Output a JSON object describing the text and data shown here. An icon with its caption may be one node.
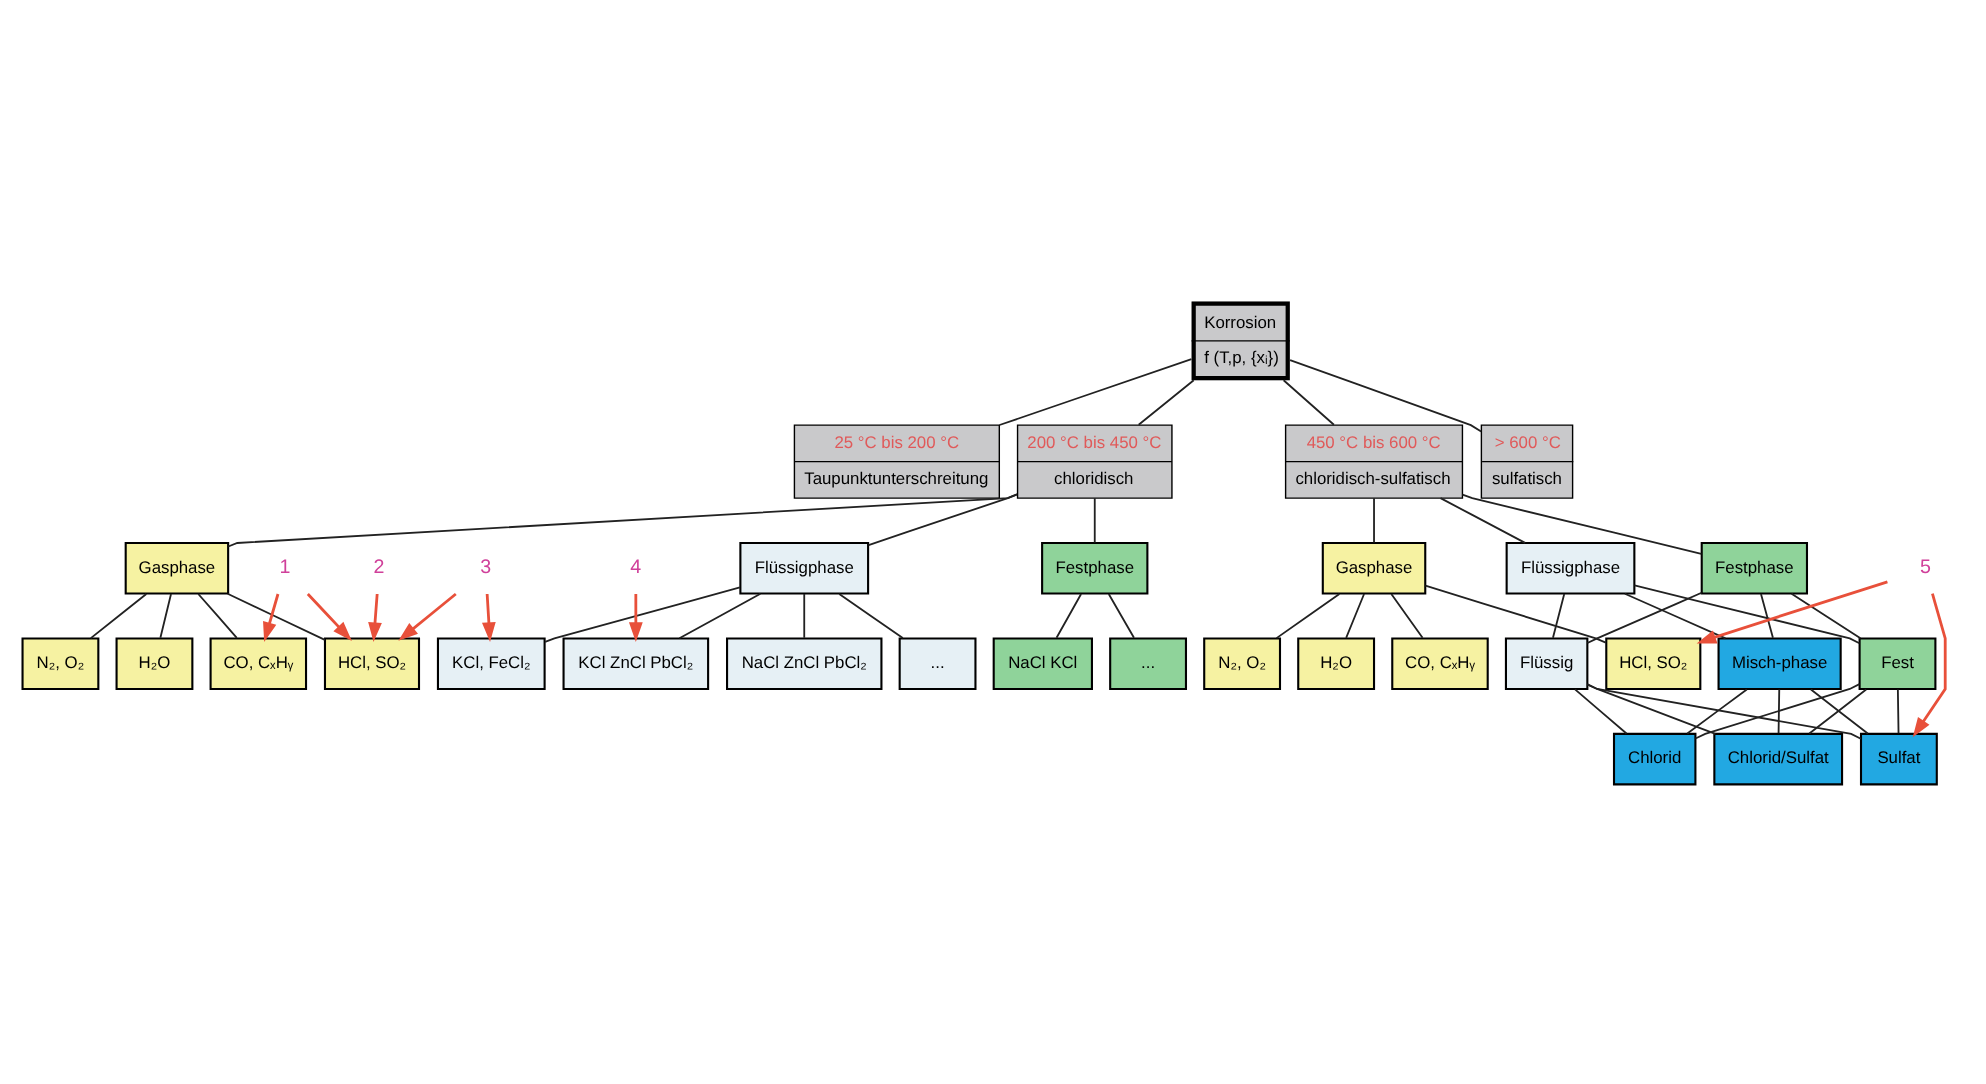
{
  "diagram": {
    "nodes": [
      {
        "text": [
          "Korrosion",
          "f (T,p, {xᵢ})"
        ]
      },
      {
        "text": [
          "25 °C bis 200 °C",
          "Taupunktunterschreitung"
        ]
      },
      {
        "text": [
          "200 °C bis 450 °C",
          "chloridisch"
        ]
      },
      {
        "text": [
          "450 °C bis 600 °C",
          "chloridisch-sulfatisch"
        ]
      },
      {
        "text": [
          "> 600 °C",
          "sulfatisch"
        ]
      },
      {
        "text": [
          "Gasphase"
        ]
      },
      {
        "text": [
          "Flüssigphase"
        ]
      },
      {
        "text": [
          "Festphase"
        ]
      },
      {
        "text": [
          "Gasphase"
        ]
      },
      {
        "text": [
          "Flüssigphase"
        ]
      },
      {
        "text": [
          "Festphase"
        ]
      },
      {
        "text": [
          "N₂, O₂"
        ]
      },
      {
        "text": [
          "H₂O"
        ]
      },
      {
        "text": [
          "CO, CₓHᵧ"
        ]
      },
      {
        "text": [
          "HCl, SO₂"
        ]
      },
      {
        "text": [
          "NaCl KCl"
        ]
      },
      {
        "text": [
          "..."
        ]
      },
      {
        "text": [
          "N₂, O₂"
        ]
      },
      {
        "text": [
          "H₂O"
        ]
      },
      {
        "text": [
          "CO, CₓHᵧ"
        ]
      },
      {
        "text": [
          "HCl, SO₂"
        ]
      },
      {
        "text": [
          "Flüssig"
        ]
      },
      {
        "text": [
          "Misch-phase"
        ]
      },
      {
        "text": [
          "Fest"
        ]
      },
      {
        "text": [
          "KCl, FeCl₂"
        ]
      },
      {
        "text": [
          "KCl ZnCl PbCl₂"
        ]
      },
      {
        "text": [
          "NaCl ZnCl PbCl₂"
        ]
      },
      {
        "text": [
          "..."
        ]
      },
      {
        "text": [
          "Chlorid"
        ]
      },
      {
        "text": [
          "Chlorid/Sulfat"
        ]
      },
      {
        "text": [
          "Sulfat"
        ]
      },
      {
        "text": [
          "1"
        ]
      },
      {
        "text": [
          "2"
        ]
      },
      {
        "text": [
          "3"
        ]
      },
      {
        "text": [
          "4"
        ]
      },
      {
        "text": [
          "5"
        ]
      }
    ],
    "edges": [
      {
        "from": 0,
        "to": 1,
        "arrow": "none"
      },
      {
        "from": 0,
        "to": 2,
        "arrow": "none"
      },
      {
        "from": 0,
        "to": 3,
        "arrow": "none"
      },
      {
        "from": 0,
        "to": 4,
        "arrow": "none"
      },
      {
        "from": 2,
        "to": 5,
        "arrow": "none"
      },
      {
        "from": 2,
        "to": 6,
        "arrow": "none"
      },
      {
        "from": 2,
        "to": 7,
        "arrow": "none"
      },
      {
        "from": 3,
        "to": 8,
        "arrow": "none"
      },
      {
        "from": 3,
        "to": 9,
        "arrow": "none"
      },
      {
        "from": 3,
        "to": 10,
        "arrow": "none"
      },
      {
        "from": 5,
        "to": 11,
        "arrow": "none"
      },
      {
        "from": 5,
        "to": 12,
        "arrow": "none"
      },
      {
        "from": 5,
        "to": 13,
        "arrow": "none"
      },
      {
        "from": 5,
        "to": 14,
        "arrow": "none"
      },
      {
        "from": 7,
        "to": 15,
        "arrow": "none"
      },
      {
        "from": 7,
        "to": 16,
        "arrow": "none"
      },
      {
        "from": 8,
        "to": 17,
        "arrow": "none"
      },
      {
        "from": 8,
        "to": 18,
        "arrow": "none"
      },
      {
        "from": 8,
        "to": 19,
        "arrow": "none"
      },
      {
        "from": 8,
        "to": 20,
        "arrow": "none"
      },
      {
        "from": 9,
        "to": 21,
        "arrow": "none"
      },
      {
        "from": 9,
        "to": 22,
        "arrow": "none"
      },
      {
        "from": 9,
        "to": 23,
        "arrow": "none"
      },
      {
        "from": 10,
        "to": 21,
        "arrow": "none"
      },
      {
        "from": 10,
        "to": 22,
        "arrow": "none"
      },
      {
        "from": 10,
        "to": 23,
        "arrow": "none"
      },
      {
        "from": 6,
        "to": 24,
        "arrow": "none"
      },
      {
        "from": 6,
        "to": 25,
        "arrow": "none"
      },
      {
        "from": 6,
        "to": 26,
        "arrow": "none"
      },
      {
        "from": 6,
        "to": 27,
        "arrow": "none"
      },
      {
        "from": 21,
        "to": 28,
        "arrow": "none"
      },
      {
        "from": 21,
        "to": 29,
        "arrow": "none"
      },
      {
        "from": 21,
        "to": 30,
        "arrow": "none"
      },
      {
        "from": 22,
        "to": 28,
        "arrow": "none"
      },
      {
        "from": 22,
        "to": 29,
        "arrow": "none"
      },
      {
        "from": 22,
        "to": 30,
        "arrow": "none"
      },
      {
        "from": 23,
        "to": 28,
        "arrow": "none"
      },
      {
        "from": 23,
        "to": 29,
        "arrow": "none"
      },
      {
        "from": 23,
        "to": 30,
        "arrow": "none"
      },
      {
        "from": 31,
        "to": 13,
        "arrow": "to",
        "color": "#e8503a"
      },
      {
        "from": 31,
        "to": 14,
        "arrow": "to",
        "color": "#e8503a"
      },
      {
        "from": 32,
        "to": 14,
        "arrow": "to",
        "color": "#e8503a"
      },
      {
        "from": 33,
        "to": 14,
        "arrow": "to",
        "color": "#e8503a"
      },
      {
        "from": 33,
        "to": 24,
        "arrow": "to",
        "color": "#e8503a"
      },
      {
        "from": 34,
        "to": 25,
        "arrow": "to",
        "color": "#e8503a"
      },
      {
        "from": 35,
        "to": 20,
        "arrow": "to",
        "color": "#e8503a"
      },
      {
        "from": 35,
        "to": 30,
        "arrow": "to",
        "color": "#e8503a"
      }
    ]
  }
}
